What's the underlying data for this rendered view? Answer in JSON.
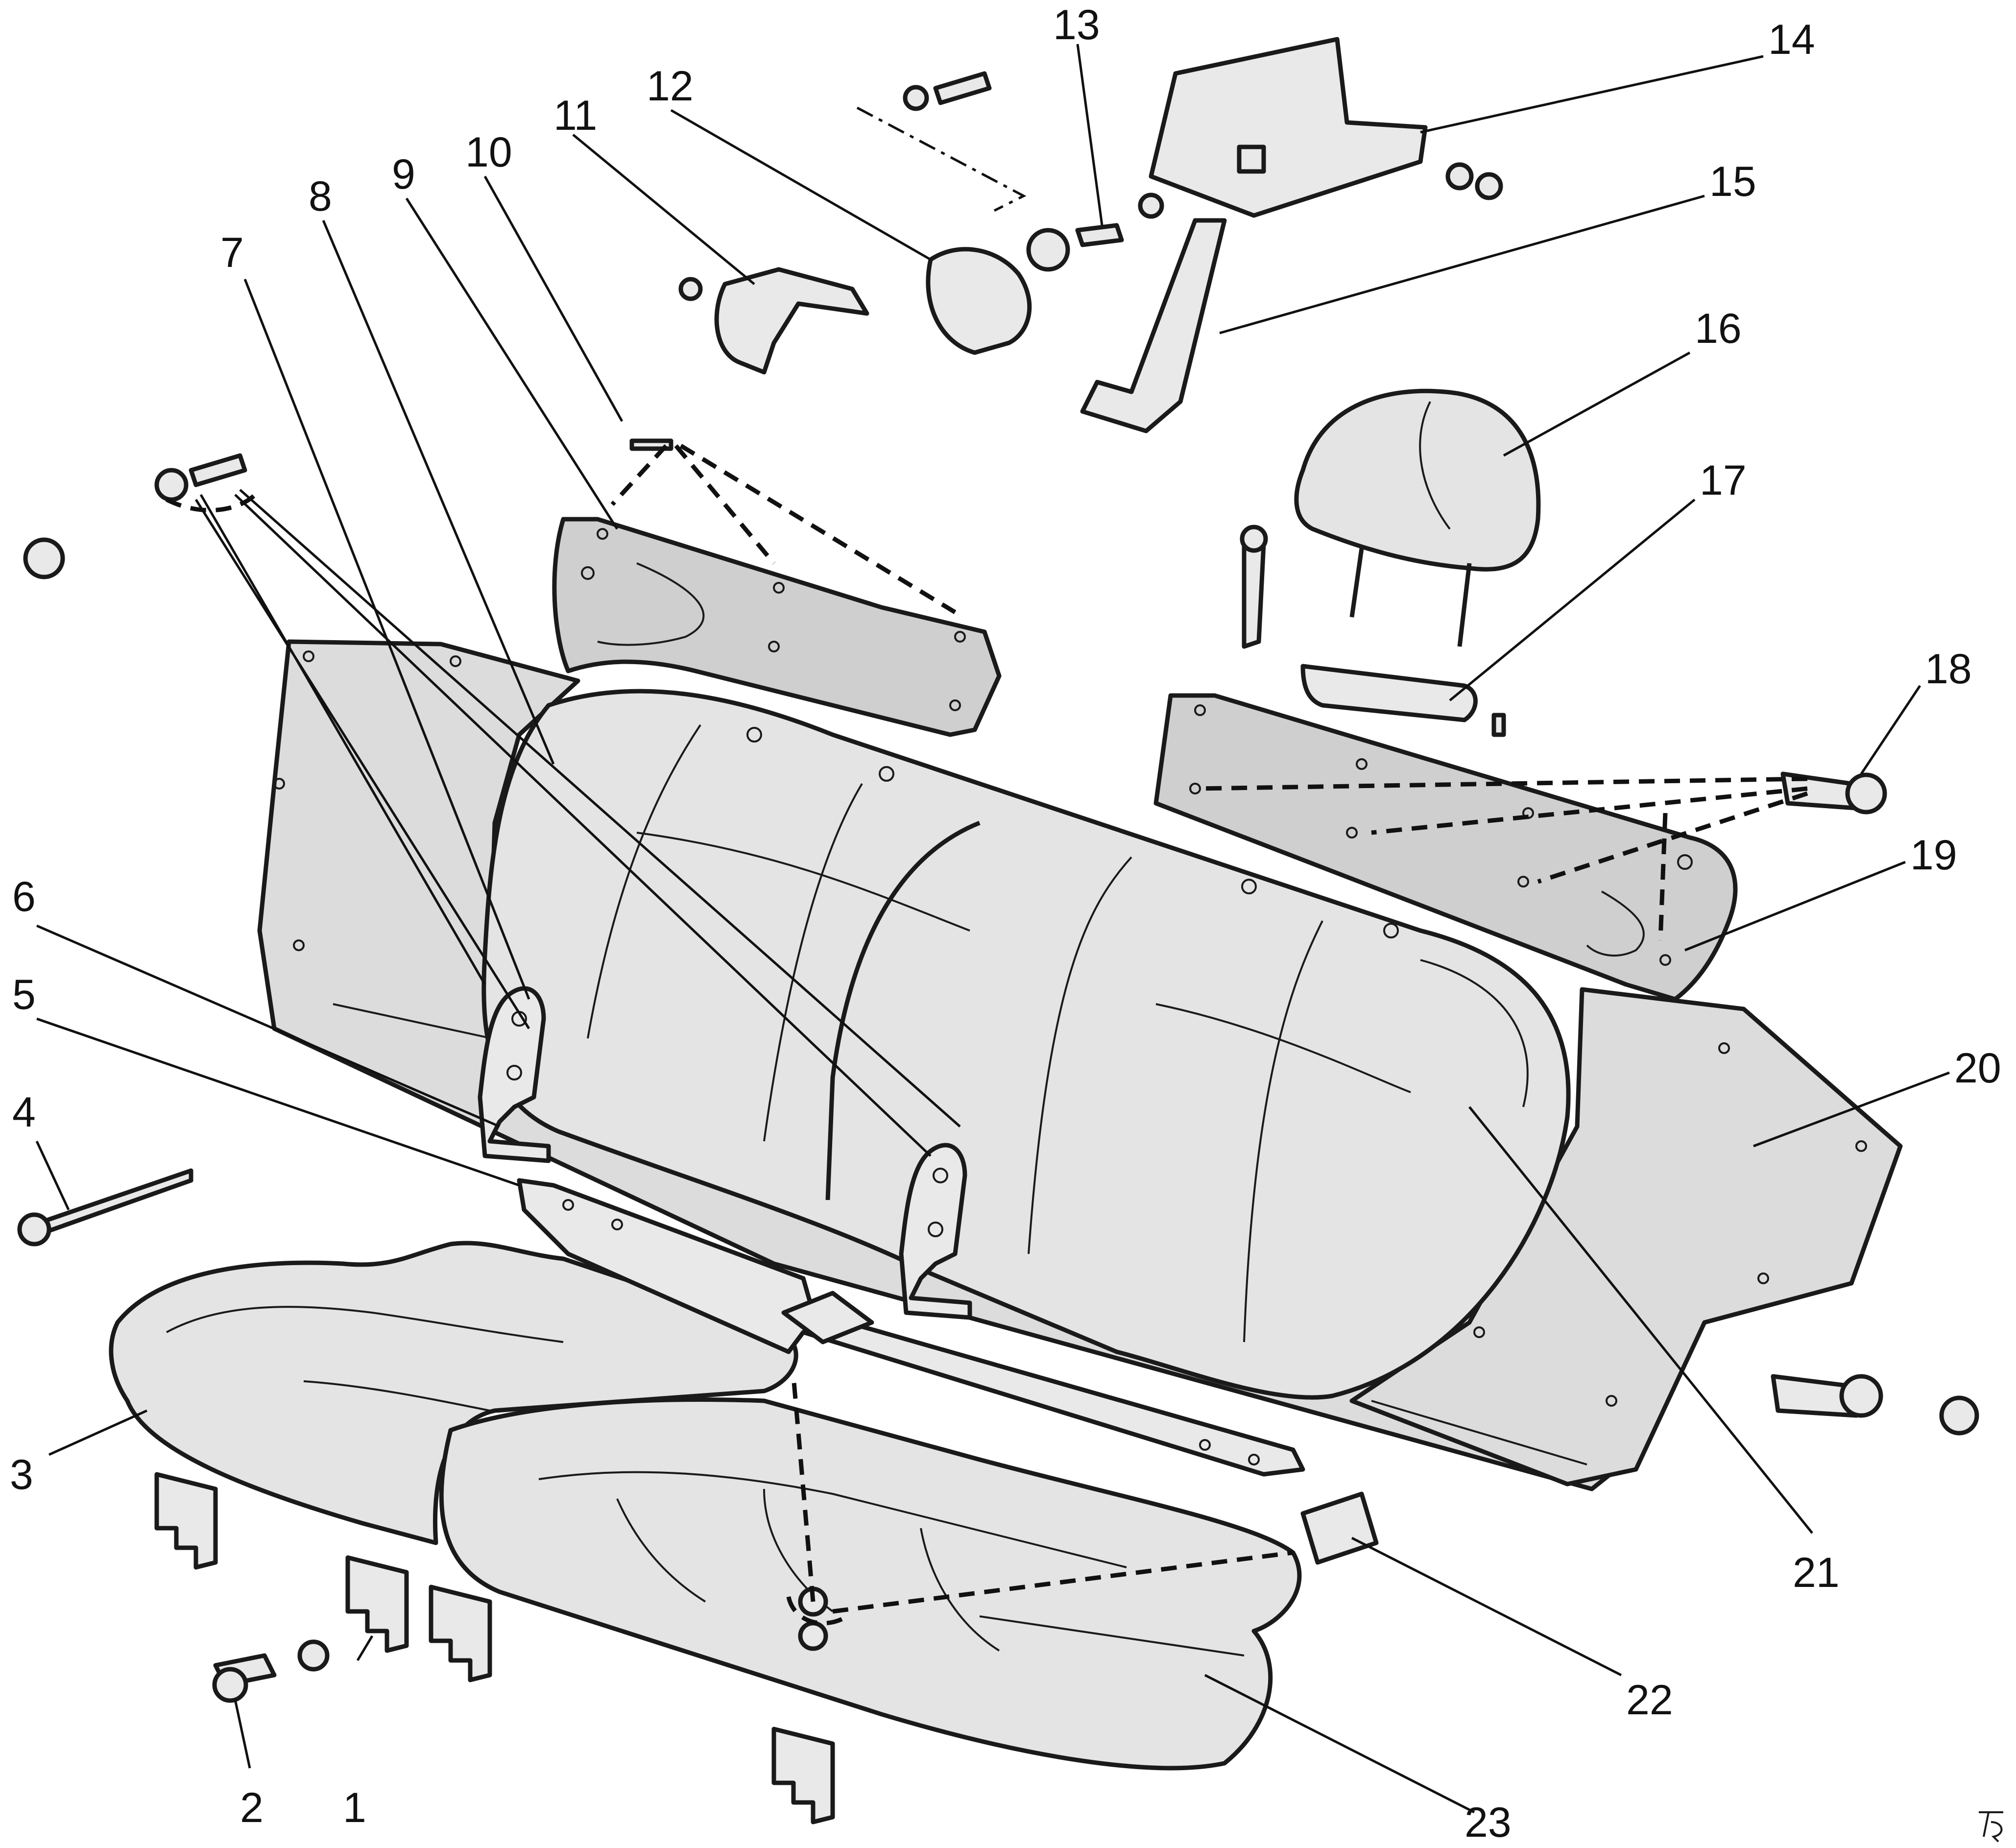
{
  "figure": {
    "colors": {
      "line": "#111111",
      "fill_light": "#e4e4e4",
      "fill_board": "#dcdcdc",
      "fill_panel": "#cfcfcf",
      "background": "#ffffff"
    },
    "callouts": [
      {
        "id": "c1",
        "label": "1"
      },
      {
        "id": "c2",
        "label": "2"
      },
      {
        "id": "c3",
        "label": "3"
      },
      {
        "id": "c4",
        "label": "4"
      },
      {
        "id": "c5",
        "label": "5"
      },
      {
        "id": "c6",
        "label": "6"
      },
      {
        "id": "c7",
        "label": "7"
      },
      {
        "id": "c8",
        "label": "8"
      },
      {
        "id": "c9",
        "label": "9"
      },
      {
        "id": "c10",
        "label": "10"
      },
      {
        "id": "c11",
        "label": "11"
      },
      {
        "id": "c12",
        "label": "12"
      },
      {
        "id": "c13",
        "label": "13"
      },
      {
        "id": "c14",
        "label": "14"
      },
      {
        "id": "c15",
        "label": "15"
      },
      {
        "id": "c16",
        "label": "16"
      },
      {
        "id": "c17",
        "label": "17"
      },
      {
        "id": "c18",
        "label": "18"
      },
      {
        "id": "c19",
        "label": "19"
      },
      {
        "id": "c20",
        "label": "20"
      },
      {
        "id": "c21",
        "label": "21"
      },
      {
        "id": "c22",
        "label": "22"
      },
      {
        "id": "c23",
        "label": "23"
      }
    ],
    "corner_mark": "logo-mark"
  }
}
